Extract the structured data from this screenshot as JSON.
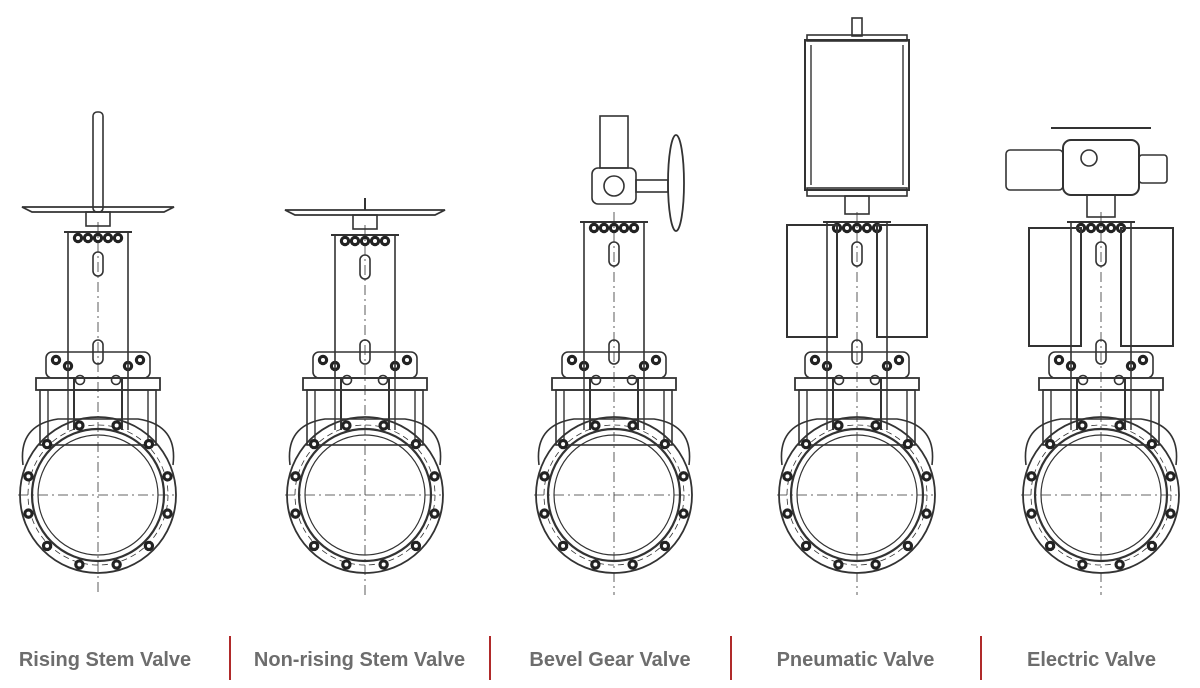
{
  "colors": {
    "line": "#333333",
    "bolt": "#222222",
    "caption": "#6d6d6d",
    "divider": "#b02a2a",
    "background": "#ffffff"
  },
  "valves": [
    {
      "id": "rising-stem",
      "label": "Rising Stem Valve",
      "actuator": "handwheel-rising"
    },
    {
      "id": "non-rising-stem",
      "label": "Non-rising Stem Valve",
      "actuator": "handwheel"
    },
    {
      "id": "bevel-gear",
      "label": "Bevel Gear Valve",
      "actuator": "bevel-gear"
    },
    {
      "id": "pneumatic",
      "label": "Pneumatic Valve",
      "actuator": "pneumatic-cylinder"
    },
    {
      "id": "electric",
      "label": "Electric Valve",
      "actuator": "electric-motor"
    }
  ]
}
